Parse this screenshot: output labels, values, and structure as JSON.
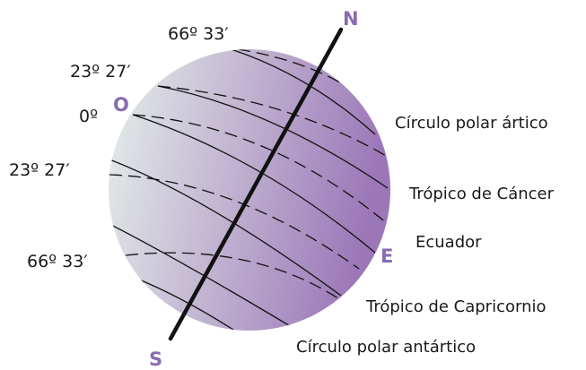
{
  "colors": {
    "globe_light": "#e6f0ea",
    "globe_dark": "#9c77b8",
    "cardinal": "#8a6bb0",
    "line": "#111111"
  },
  "cardinals": {
    "north": "N",
    "south": "S",
    "east": "E",
    "west": "O"
  },
  "latitudes_left": {
    "arctic": "66º 33′",
    "cancer": "23º 27′",
    "equator": "0º",
    "capricorn": "23º 27′",
    "antarctic": "66º 33′"
  },
  "circles_right": {
    "arctic": "Círculo polar ártico",
    "cancer": "Trópico de Cáncer",
    "equator": "Ecuador",
    "capricorn": "Trópico de Capricornio",
    "antarctic": "Círculo polar antártico"
  },
  "icons": {
    "globe": "globe-icon",
    "axis": "earth-axis"
  }
}
